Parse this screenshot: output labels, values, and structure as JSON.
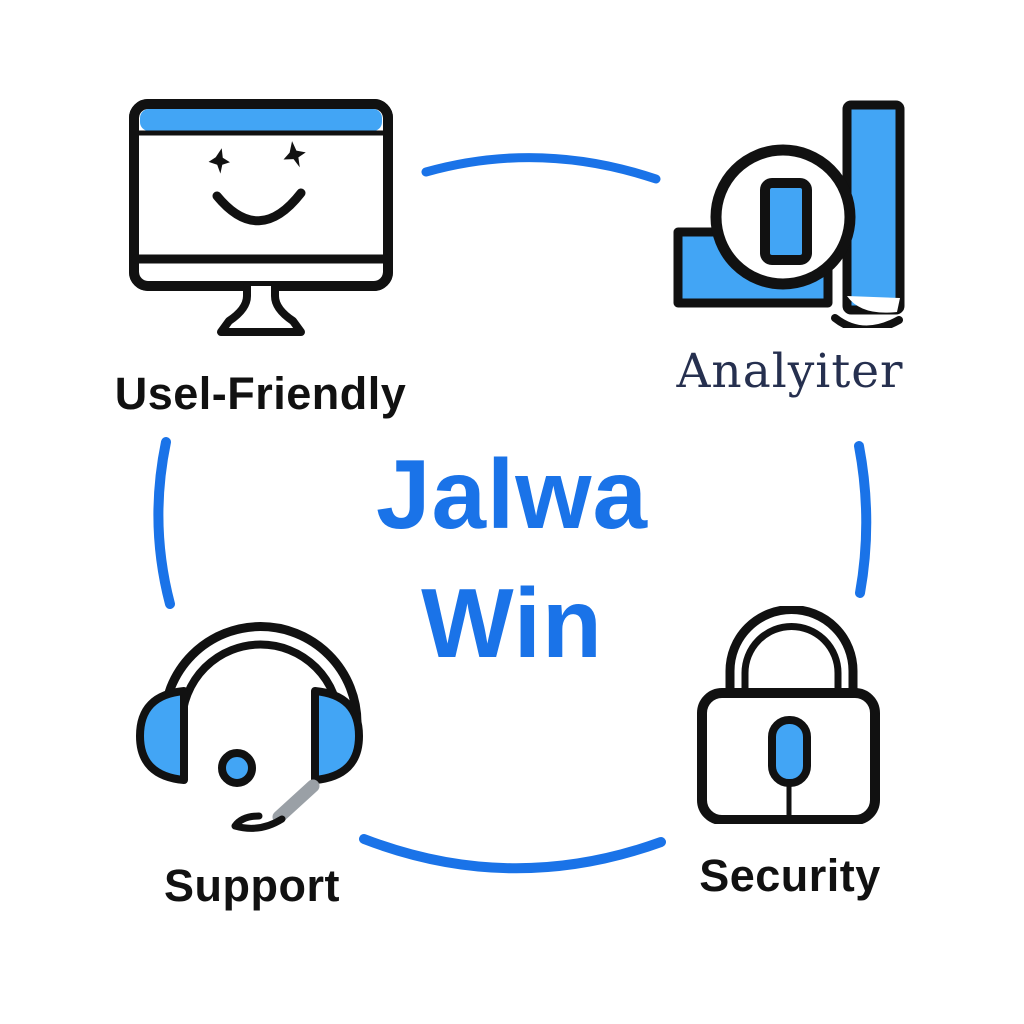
{
  "title": {
    "line1": "Jalwa",
    "line2": "Win"
  },
  "features": [
    {
      "id": "user-friendly",
      "label": "Usel-Friendly",
      "icon": "smiley-monitor-icon"
    },
    {
      "id": "analytics",
      "label": "Analyiter",
      "icon": "bar-chart-magnifier-icon"
    },
    {
      "id": "support",
      "label": "Support",
      "icon": "headset-icon"
    },
    {
      "id": "security",
      "label": "Security",
      "icon": "padlock-icon"
    }
  ],
  "colors": {
    "accent": "#1a73e8",
    "icon_blue": "#42a5f5",
    "outline": "#111111",
    "analytics_label": "#26304f",
    "mic_boom_gray": "#9aa0a6",
    "background": "#ffffff"
  }
}
